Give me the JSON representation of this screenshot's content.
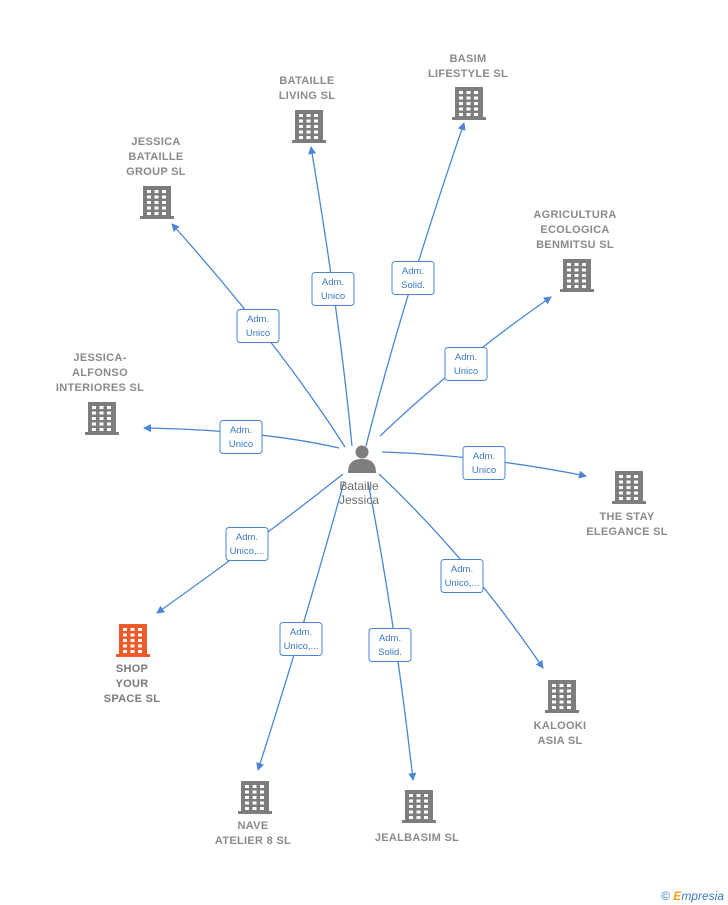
{
  "center": {
    "label_lines": [
      "Bataille",
      "Jessica"
    ]
  },
  "nodes": [
    {
      "id": "jessica-bataille-group",
      "label_lines": [
        "JESSICA",
        "BATAILLE",
        "GROUP  SL"
      ],
      "role_lines": [
        "Adm.",
        "Unico"
      ],
      "highlight": false
    },
    {
      "id": "bataille-living",
      "label_lines": [
        "BATAILLE",
        "LIVING  SL"
      ],
      "role_lines": [
        "Adm.",
        "Unico"
      ],
      "highlight": false
    },
    {
      "id": "basim-lifestyle",
      "label_lines": [
        "BASIM",
        "LIFESTYLE  SL"
      ],
      "role_lines": [
        "Adm.",
        "Solid."
      ],
      "highlight": false
    },
    {
      "id": "agricultura-ecologica",
      "label_lines": [
        "AGRICULTURA",
        "ECOLOGICA",
        "BENMITSU  SL"
      ],
      "role_lines": [
        "Adm.",
        "Unico"
      ],
      "highlight": false
    },
    {
      "id": "jessica-alfonso",
      "label_lines": [
        "JESSICA-",
        "ALFONSO",
        "INTERIORES SL"
      ],
      "role_lines": [
        "Adm.",
        "Unico"
      ],
      "highlight": false
    },
    {
      "id": "the-stay-elegance",
      "label_lines": [
        "THE STAY",
        "ELEGANCE  SL"
      ],
      "role_lines": [
        "Adm.",
        "Unico"
      ],
      "highlight": false
    },
    {
      "id": "shop-your-space",
      "label_lines": [
        "SHOP",
        "YOUR",
        "SPACE  SL"
      ],
      "role_lines": [
        "Adm.",
        "Unico,..."
      ],
      "highlight": true
    },
    {
      "id": "kalooki-asia",
      "label_lines": [
        "KALOOKI",
        "ASIA SL"
      ],
      "role_lines": [
        "Adm.",
        "Unico,..."
      ],
      "highlight": false
    },
    {
      "id": "nave-atelier",
      "label_lines": [
        "NAVE",
        "ATELIER 8  SL"
      ],
      "role_lines": [
        "Adm.",
        "Unico,..."
      ],
      "highlight": false
    },
    {
      "id": "jealbasim",
      "label_lines": [
        "JEALBASIM SL"
      ],
      "role_lines": [
        "Adm.",
        "Solid."
      ],
      "highlight": false
    }
  ],
  "footer": {
    "copyright": "©",
    "brand_initial": "E",
    "brand_rest": "mpresia"
  }
}
